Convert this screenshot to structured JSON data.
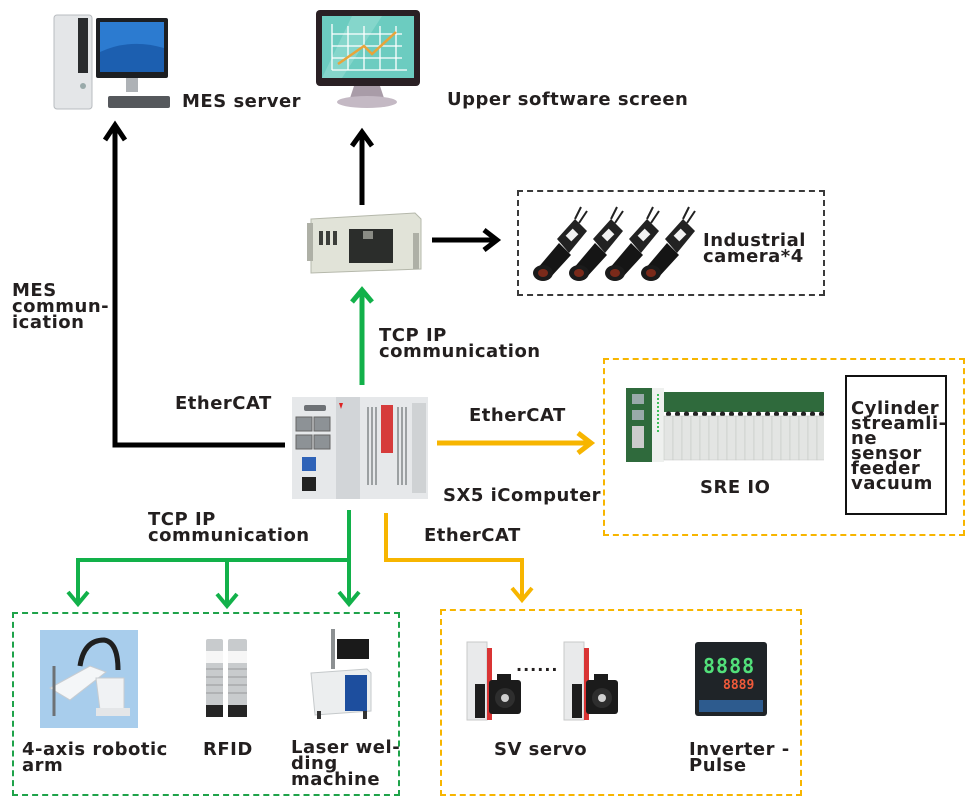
{
  "title": "SX5 iComputer system architecture",
  "colors": {
    "black_link": "#000000",
    "green_link": "#12b14a",
    "yellow_link": "#f7b500",
    "camera_box_border": "#3a3a3a",
    "green_box_border": "#1fa34a",
    "yellow_box_border": "#f7b500"
  },
  "nodes": {
    "mes_server": {
      "label": "MES server",
      "icon": "desktop-pc-icon"
    },
    "upper_screen": {
      "label": "Upper software screen",
      "icon": "monitor-chart-icon"
    },
    "ipc": {
      "label": "",
      "icon": "rack-industrial-pc-icon"
    },
    "cameras": {
      "label": "Industrial\ncamera*4",
      "icon": "industrial-camera-icon",
      "count": 4
    },
    "controller": {
      "label": "SX5 iComputer",
      "icon": "sx5-controller-icon"
    },
    "sre_io": {
      "label": "SRE IO",
      "icon": "io-module-rack-icon"
    },
    "io_targets": {
      "label": "Cylinder\nstreamli-\nne\nsensor\nfeeder\nvacuum"
    },
    "robot_arm": {
      "label": "4-axis robotic\narm",
      "icon": "scara-robot-icon"
    },
    "rfid": {
      "label": "RFID",
      "icon": "rfid-reader-icon"
    },
    "laser": {
      "label": "Laser wel-\nding\nmachine",
      "icon": "laser-welder-icon"
    },
    "sv_servo": {
      "label": "SV servo",
      "icon": "servo-drive-motor-icon",
      "ellipsis": "......"
    },
    "inverter": {
      "label": "Inverter -\nPulse",
      "icon": "temperature-controller-icon",
      "display_top": "8888",
      "display_bottom": "8889"
    }
  },
  "links": {
    "mes_comm": "MES\ncommun-\nication",
    "ethercat_left": "EtherCAT",
    "tcp_up": "TCP IP\ncommunication",
    "ethercat_right": "EtherCAT",
    "tcp_down": "TCP IP\ncommunication",
    "ethercat_down": "EtherCAT"
  }
}
